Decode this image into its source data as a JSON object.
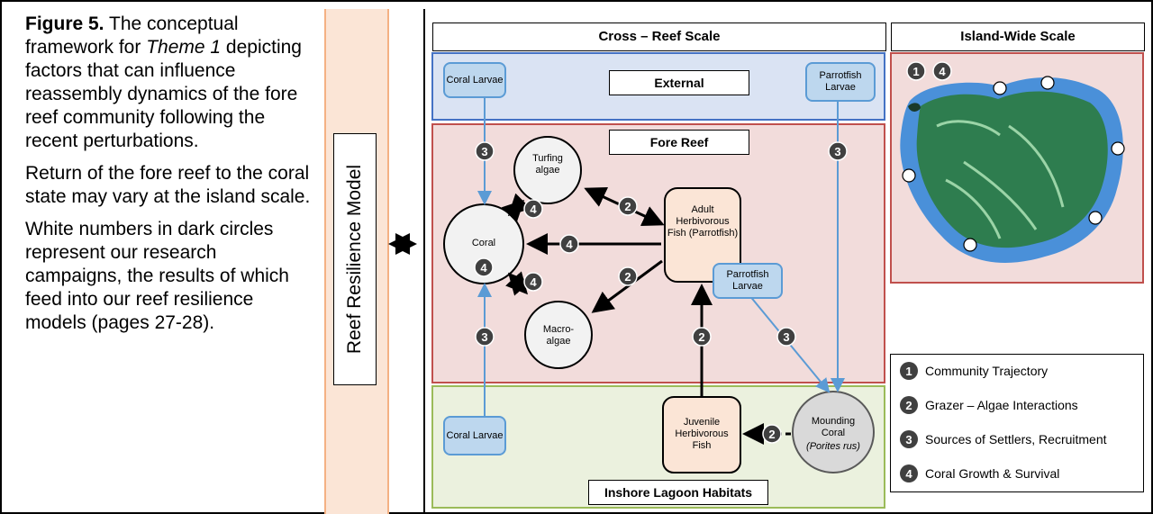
{
  "caption": {
    "figure_label": "Figure 5.",
    "para1_a": " The conceptual framework for ",
    "para1_theme": "Theme 1",
    "para1_b": " depicting factors that can influence reassembly dynamics of the fore reef community following the recent perturbations.",
    "para2": "Return of the fore reef to the coral state may vary at the island scale.",
    "para3": "White numbers in dark circles represent our research campaigns, the results of which feed into our reef resilience models (pages 27-28)."
  },
  "model": {
    "label": "Reef Resilience Model",
    "arrow": "↔"
  },
  "sections": {
    "cross_reef": "Cross – Reef Scale",
    "island_wide": "Island-Wide Scale",
    "external": "External",
    "fore_reef": "Fore Reef",
    "inshore": "Inshore Lagoon Habitats"
  },
  "nodes": {
    "coral_larvae_top": "Coral Larvae",
    "parrotfish_larvae_top": "Parrotfish Larvae",
    "turfing_algae": "Turfing algae",
    "coral": "Coral",
    "macroalgae": "Macro-algae",
    "adult_fish": "Adult Herbivorous Fish (Parrotfish)",
    "parrotfish_larvae_mid": "Parrotfish Larvae",
    "coral_larvae_bottom": "Coral Larvae",
    "juvenile_fish": "Juvenile Herbivorous Fish",
    "mounding_coral": "Mounding Coral",
    "mounding_coral_species": "(Porites rus)"
  },
  "markers": {
    "one": "1",
    "two": "2",
    "three": "3",
    "four": "4"
  },
  "legend": [
    {
      "num": "1",
      "label": "Community Trajectory"
    },
    {
      "num": "2",
      "label": "Grazer – Algae Interactions"
    },
    {
      "num": "3",
      "label": "Sources of Settlers, Recruitment"
    },
    {
      "num": "4",
      "label": "Coral Growth & Survival"
    }
  ],
  "colors": {
    "external_fill": "#dae3f3",
    "external_border": "#4472c4",
    "fore_reef_fill": "#f2dcdb",
    "fore_reef_border": "#c0504d",
    "inshore_fill": "#ebf1de",
    "inshore_border": "#9bbb59",
    "marker": "#404040",
    "island_green": "#2e7d4f",
    "lagoon_blue": "#4a90d9"
  }
}
